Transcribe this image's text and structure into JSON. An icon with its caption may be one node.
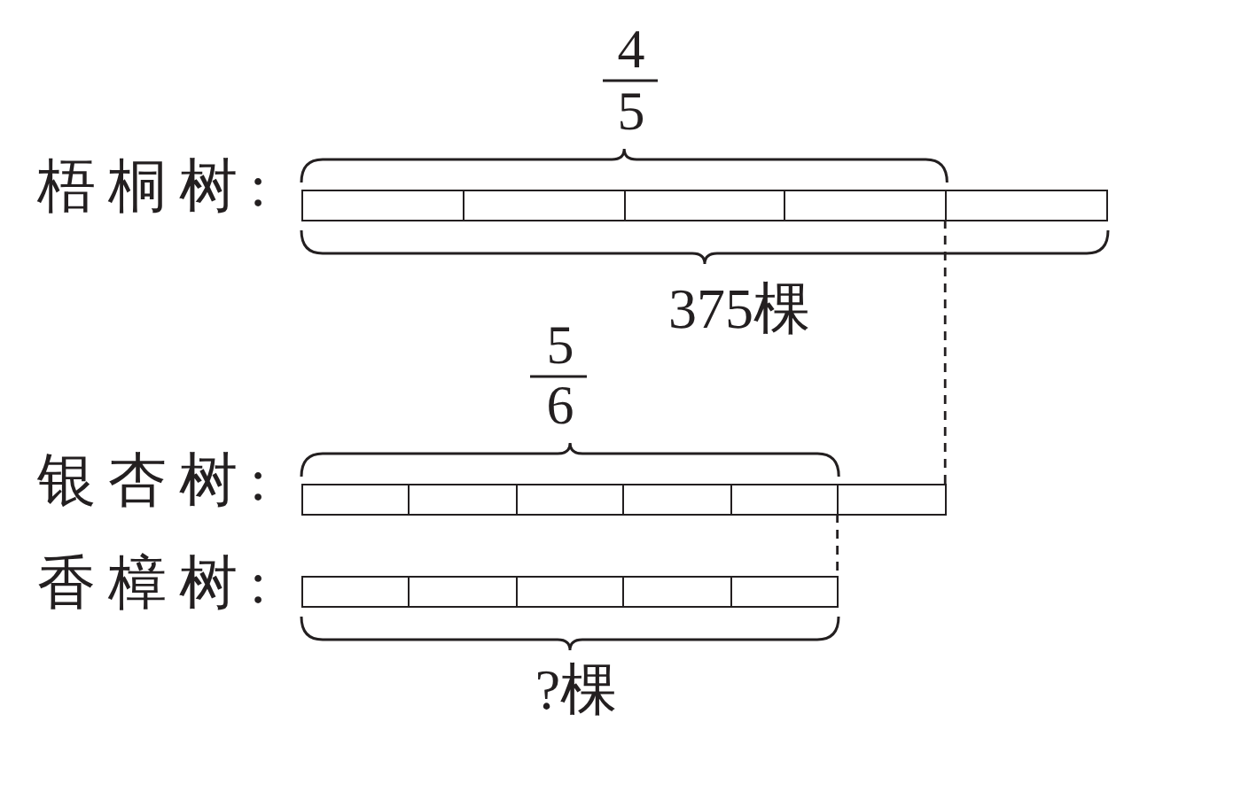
{
  "diagram": {
    "nodes": [
      {
        "text": [],
        "shape": "bar",
        "beside": [
          "梧桐树:"
        ]
      },
      {
        "text": [],
        "shape": "box",
        "in": 0
      },
      {
        "text": [],
        "shape": "box",
        "in": 0
      },
      {
        "text": [],
        "shape": "box",
        "in": 0
      },
      {
        "text": [],
        "shape": "box",
        "in": 0
      },
      {
        "text": [],
        "shape": "box",
        "in": 0
      },
      {
        "text": [],
        "shape": "bar",
        "beside": [
          "银杏树:"
        ]
      },
      {
        "text": [],
        "shape": "box",
        "in": 6
      },
      {
        "text": [],
        "shape": "box",
        "in": 6
      },
      {
        "text": [],
        "shape": "box",
        "in": 6
      },
      {
        "text": [],
        "shape": "box",
        "in": 6
      },
      {
        "text": [],
        "shape": "box",
        "in": 6
      },
      {
        "text": [],
        "shape": "box",
        "in": 6
      },
      {
        "text": [],
        "shape": "bar",
        "beside": [
          "香樟树:"
        ]
      },
      {
        "text": [],
        "shape": "box",
        "in": 13
      },
      {
        "text": [],
        "shape": "box",
        "in": 13
      },
      {
        "text": [],
        "shape": "box",
        "in": 13
      },
      {
        "text": [],
        "shape": "box",
        "in": 13
      },
      {
        "text": [],
        "shape": "box",
        "in": 13
      }
    ],
    "edges": [
      {
        "from": 4,
        "to": 12,
        "arrow": "none",
        "style": "dashed"
      },
      {
        "from": 11,
        "to": 18,
        "arrow": "none",
        "style": "dashed"
      }
    ],
    "labels": [
      "4",
      "5",
      "375棵",
      "5",
      "6",
      "?棵"
    ]
  }
}
